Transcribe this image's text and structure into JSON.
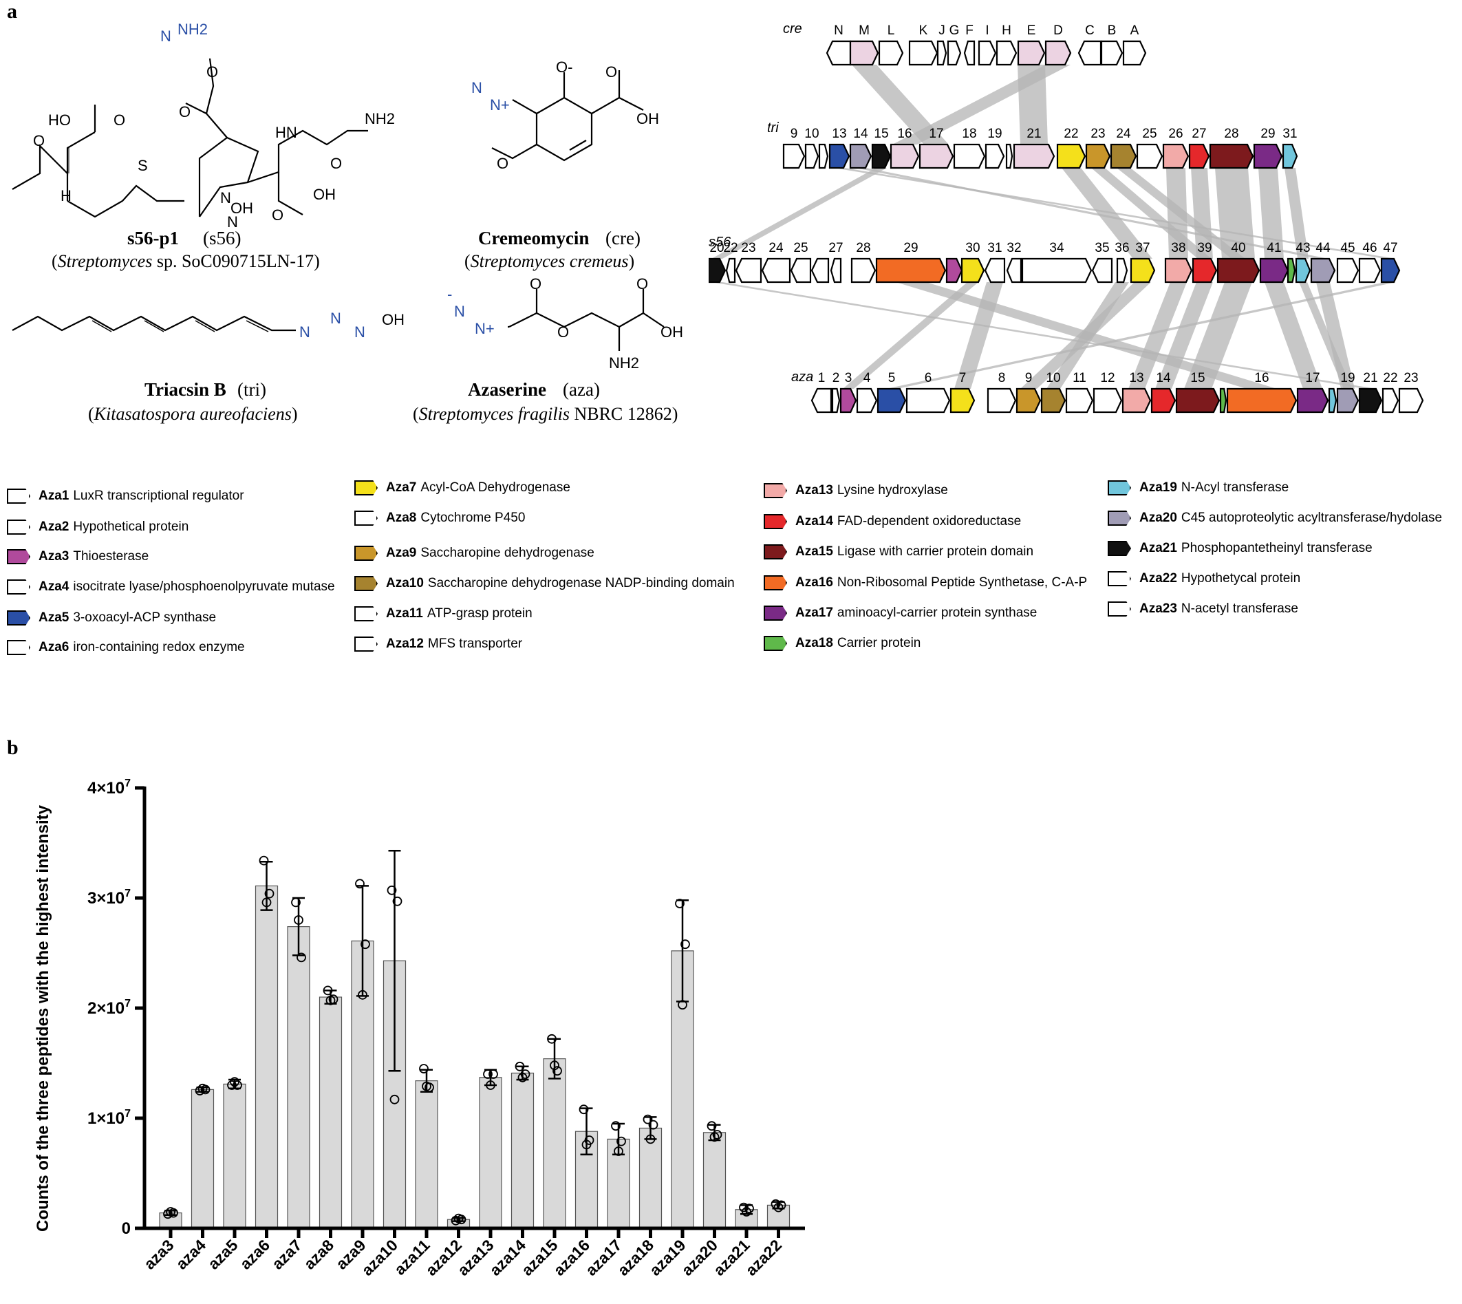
{
  "panel_labels": {
    "a": "a",
    "b": "b"
  },
  "compounds": [
    {
      "name": "s56-p1",
      "abbr": "(s56)",
      "source_prefix": "(",
      "source_italic": "Streptomyces",
      "source_rest": " sp. SoC090715LN-17)"
    },
    {
      "name": "Cremeomycin",
      "abbr": "(cre)",
      "source_prefix": "(",
      "source_italic": "Streptomyces cremeus",
      "source_rest": ")"
    },
    {
      "name": "Triacsin B",
      "abbr": "(tri)",
      "source_prefix": "(",
      "source_italic": "Kitasatospora aureofaciens",
      "source_rest": ")"
    },
    {
      "name": "Azaserine",
      "abbr": "(aza)",
      "source_prefix": "(",
      "source_italic": "Streptomyces fragilis",
      "source_rest": " NBRC 12862)"
    }
  ],
  "structure_atoms": {
    "s56": [
      "N",
      "NH2",
      "O",
      "O",
      "HO",
      "O",
      "HN",
      "NH2",
      "O",
      "S",
      "N",
      "H",
      "O",
      "N",
      "OH",
      "O",
      "OH"
    ],
    "cre": [
      "N",
      "N+",
      "O-",
      "O",
      "OH",
      "O"
    ],
    "tri": [
      "N",
      "N",
      "N",
      "OH"
    ],
    "aza": [
      "-",
      "N",
      "N+",
      "O",
      "O",
      "O",
      "OH",
      "NH2"
    ]
  },
  "clusters": {
    "cre": {
      "label": "cre",
      "genes": [
        "N",
        "M",
        "L",
        "K",
        "J",
        "G",
        "F",
        "I",
        "H",
        "E",
        "D",
        "C",
        "B",
        "A"
      ]
    },
    "tri": {
      "label": "tri",
      "genes": [
        "9",
        "10",
        "13",
        "14",
        "15",
        "16",
        "17",
        "18",
        "19",
        "21",
        "22",
        "23",
        "24",
        "25",
        "26",
        "27",
        "28",
        "29",
        "31"
      ]
    },
    "s56": {
      "label": "s56",
      "genes": [
        "20",
        "22",
        "23",
        "24",
        "25",
        "27",
        "28",
        "29",
        "30",
        "31",
        "32",
        "34",
        "35",
        "36",
        "37",
        "38",
        "39",
        "40",
        "41",
        "43",
        "44",
        "45",
        "46",
        "47"
      ]
    },
    "aza": {
      "label": "aza",
      "genes": [
        "1",
        "2",
        "3",
        "4",
        "5",
        "6",
        "7",
        "8",
        "9",
        "10",
        "11",
        "12",
        "13",
        "14",
        "15",
        "16",
        "17",
        "19",
        "21",
        "22",
        "23"
      ]
    }
  },
  "colors": {
    "white": "#ffffff",
    "magenta": "#b04a9c",
    "blue": "#2a4fa6",
    "yellow": "#f4e01b",
    "gold": "#c9962a",
    "olive": "#a6832f",
    "pink": "#f2aaa8",
    "red": "#e5282b",
    "darkred": "#7d1a1d",
    "orange": "#f26b24",
    "purple": "#7a2a86",
    "green": "#5fb94a",
    "cyan": "#71c6dc",
    "lavender": "#a09cb5",
    "black": "#111111",
    "lightpink": "#ecd3e2",
    "link": "#b4b4b4",
    "bar": "#d9d9d9"
  },
  "legend": [
    {
      "id": "Aza1",
      "desc": "LuxR transcriptional regulator",
      "color": "white"
    },
    {
      "id": "Aza2",
      "desc": "Hypothetical protein",
      "color": "white"
    },
    {
      "id": "Aza3",
      "desc": "Thioesterase",
      "color": "magenta"
    },
    {
      "id": "Aza4",
      "desc": "isocitrate lyase/phosphoenolpyruvate mutase",
      "color": "white"
    },
    {
      "id": "Aza5",
      "desc": "3-oxoacyl-ACP synthase",
      "color": "blue"
    },
    {
      "id": "Aza6",
      "desc": "iron-containing redox enzyme",
      "color": "white"
    },
    {
      "id": "Aza7",
      "desc": "Acyl-CoA Dehydrogenase",
      "color": "yellow"
    },
    {
      "id": "Aza8",
      "desc": "Cytochrome P450",
      "color": "white"
    },
    {
      "id": "Aza9",
      "desc": "Saccharopine dehydrogenase",
      "color": "gold"
    },
    {
      "id": "Aza10",
      "desc": "Saccharopine dehydrogenase NADP-binding domain",
      "color": "olive"
    },
    {
      "id": "Aza11",
      "desc": "ATP-grasp protein",
      "color": "white"
    },
    {
      "id": "Aza12",
      "desc": "MFS transporter",
      "color": "white"
    },
    {
      "id": "Aza13",
      "desc": "Lysine hydroxylase",
      "color": "pink"
    },
    {
      "id": "Aza14",
      "desc": "FAD-dependent oxidoreductase",
      "color": "red"
    },
    {
      "id": "Aza15",
      "desc": "Ligase with carrier protein domain",
      "color": "darkred"
    },
    {
      "id": "Aza16",
      "desc": "Non-Ribosomal Peptide Synthetase, C-A-P",
      "color": "orange"
    },
    {
      "id": "Aza17",
      "desc": "aminoacyl-carrier protein synthase",
      "color": "purple"
    },
    {
      "id": "Aza18",
      "desc": "Carrier protein",
      "color": "green"
    },
    {
      "id": "Aza19",
      "desc": "N-Acyl transferase",
      "color": "cyan"
    },
    {
      "id": "Aza20",
      "desc": "C45  autoproteolytic acyltransferase/hydolase",
      "color": "lavender"
    },
    {
      "id": "Aza21",
      "desc": "Phosphopantetheinyl transferase",
      "color": "black"
    },
    {
      "id": "Aza22",
      "desc": "Hypothetycal protein",
      "color": "white"
    },
    {
      "id": "Aza23",
      "desc": "N-acetyl transferase",
      "color": "white"
    }
  ],
  "chart_data": {
    "type": "bar",
    "ylabel": "Counts of the three peptides with the highest intensity",
    "xlabel": "",
    "ylim": [
      0,
      40000000
    ],
    "yticks": [
      0,
      10000000,
      20000000,
      30000000,
      40000000
    ],
    "ytick_labels": [
      "0",
      "1×10",
      "2×10",
      "3×10",
      "4×10"
    ],
    "ytick_exponents": [
      "",
      "7",
      "7",
      "7",
      "7"
    ],
    "error_bars": true,
    "categories": [
      "aza3",
      "aza4",
      "aza5",
      "aza6",
      "aza7",
      "aza8",
      "aza9",
      "aza10",
      "aza11",
      "aza12",
      "aza13",
      "aza14",
      "aza15",
      "aza16",
      "aza17",
      "aza18",
      "aza19",
      "aza20",
      "aza21",
      "aza22"
    ],
    "values": [
      1400000,
      12600000,
      13100000,
      31100000,
      27400000,
      21000000,
      26100000,
      24300000,
      13400000,
      800000,
      13700000,
      14100000,
      15400000,
      8800000,
      8100000,
      9100000,
      25200000,
      8700000,
      1700000,
      2100000
    ],
    "errors": [
      200000,
      200000,
      400000,
      2200000,
      2600000,
      600000,
      5000000,
      10000000,
      1000000,
      150000,
      700000,
      600000,
      1800000,
      2100000,
      1400000,
      1000000,
      4600000,
      700000,
      400000,
      300000
    ],
    "points": [
      [
        1300000,
        1500000,
        1400000
      ],
      [
        12500000,
        12700000,
        12600000
      ],
      [
        13000000,
        13300000,
        13000000
      ],
      [
        33400000,
        29600000,
        30400000
      ],
      [
        29600000,
        28000000,
        24600000
      ],
      [
        21600000,
        20700000,
        20800000
      ],
      [
        31300000,
        21200000,
        25800000
      ],
      [
        30700000,
        11700000,
        29700000
      ],
      [
        14500000,
        12900000,
        12800000
      ],
      [
        700000,
        900000,
        800000
      ],
      [
        14000000,
        13000000,
        14000000
      ],
      [
        14700000,
        13700000,
        14000000
      ],
      [
        17200000,
        14800000,
        14300000
      ],
      [
        10800000,
        7600000,
        8000000
      ],
      [
        9300000,
        7000000,
        7900000
      ],
      [
        9900000,
        8100000,
        9400000
      ],
      [
        29500000,
        20300000,
        25800000
      ],
      [
        9300000,
        8300000,
        8500000
      ],
      [
        1900000,
        1500000,
        1800000
      ],
      [
        2200000,
        1900000,
        2100000
      ]
    ]
  }
}
